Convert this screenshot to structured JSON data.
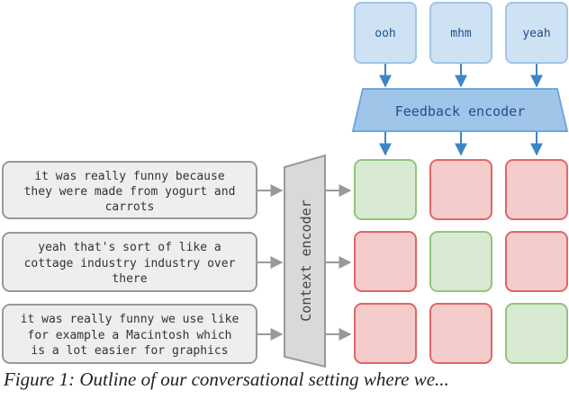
{
  "feedback_tokens": [
    "ooh",
    "mhm",
    "yeah"
  ],
  "feedback_encoder_label": "Feedback encoder",
  "context_encoder_label": "Context encoder",
  "contexts": [
    [
      "it was really funny because",
      "they were made from yogurt and",
      "carrots"
    ],
    [
      "yeah that's sort of like a",
      "cottage industry industry over",
      "there"
    ],
    [
      "it was really funny we use like",
      "for example a Macintosh which",
      "is a lot easier for graphics"
    ]
  ],
  "score_grid": [
    [
      "match",
      "mismatch",
      "mismatch"
    ],
    [
      "mismatch",
      "match",
      "mismatch"
    ],
    [
      "mismatch",
      "mismatch",
      "match"
    ]
  ],
  "colors": {
    "token_fill": "#cfe2f3",
    "token_stroke": "#9fc5e8",
    "encoder_fill": "#9fc5e8",
    "encoder_stroke": "#6fa8dc",
    "text_blue": "#1f4e8c",
    "arrow_blue": "#3d85c6",
    "context_fill": "#eeeeee",
    "context_stroke": "#999999",
    "ctx_encoder_fill": "#d9d9d9",
    "ctx_encoder_stroke": "#999999",
    "match_fill": "#d9ead3",
    "match_stroke": "#93c47d",
    "mismatch_fill": "#f4cccc",
    "mismatch_stroke": "#e06666",
    "arrow_gray": "#999999"
  },
  "caption": "Figure 1: Outline of our conversational setting where we..."
}
